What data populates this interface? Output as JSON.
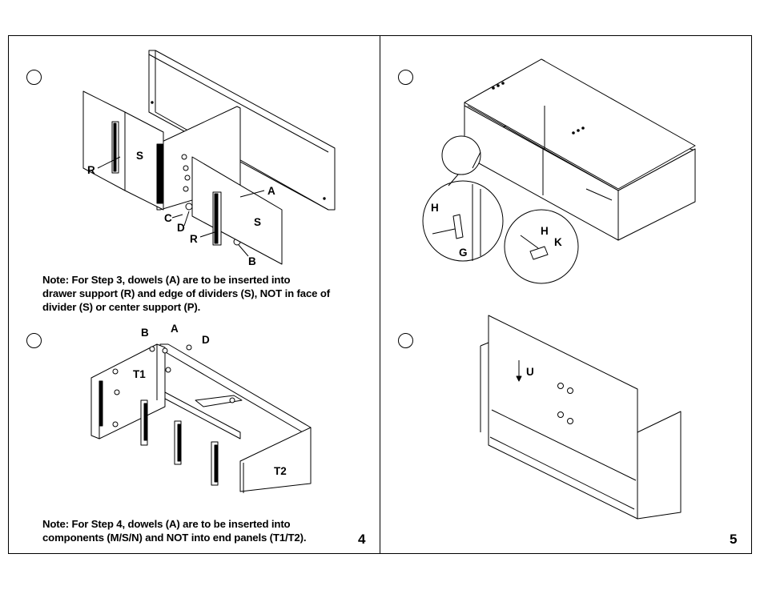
{
  "notes": {
    "step3": {
      "line1": "Note: For Step 3, dowels (A) are to be inserted into",
      "line2": "drawer support (R) and edge of dividers (S), NOT in face of",
      "line3": "divider (S) or center support (P)."
    },
    "step4": {
      "line1": "Note: For Step 4, dowels (A) are to be inserted into",
      "line2": "components (M/S/N) and NOT into end panels (T1/T2)."
    }
  },
  "page_numbers": {
    "left": "4",
    "right": "5"
  },
  "labels": {
    "step3": {
      "r1": "R",
      "s1": "S",
      "a": "A",
      "c": "C",
      "d": "D",
      "r2": "R",
      "s2": "S",
      "b": "B"
    },
    "step4": {
      "b": "B",
      "a": "A",
      "d": "D",
      "t1": "T1",
      "t2": "T2"
    },
    "step5": {
      "h1": "H",
      "g": "G",
      "h2": "H",
      "k": "K"
    },
    "step6": {
      "u": "U"
    }
  }
}
